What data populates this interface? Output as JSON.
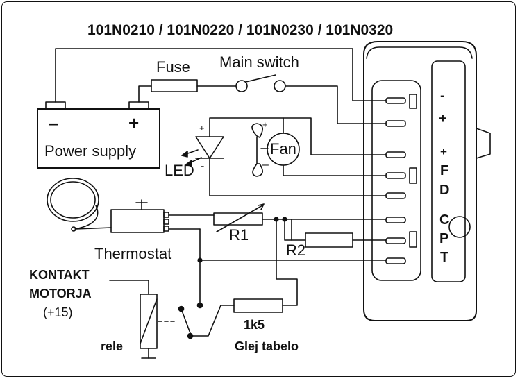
{
  "title": "101N0210 / 101N0220 / 101N0230 / 101N0320",
  "components": {
    "fuse": "Fuse",
    "main_switch": "Main switch",
    "battery_minus": "–",
    "battery_plus": "+",
    "power_supply": "Power supply",
    "led": "LED",
    "led_plus": "+",
    "led_minus": "-",
    "fan": "Fan",
    "fan_plus": "+",
    "fan_minus": "–",
    "thermostat": "Thermostat",
    "r1": "R1",
    "r2": "R2",
    "resistor": "1k5",
    "table_note": "Glej tabelo",
    "relay": "rele",
    "kontakt_line1": "KONTAKT",
    "kontakt_line2": "MOTORJA",
    "kontakt_line3": "(+15)"
  },
  "pins": [
    "-",
    "+",
    "+",
    "F",
    "D",
    "C",
    "P",
    "T"
  ],
  "colors": {
    "line": "#111111",
    "background": "#ffffff"
  }
}
